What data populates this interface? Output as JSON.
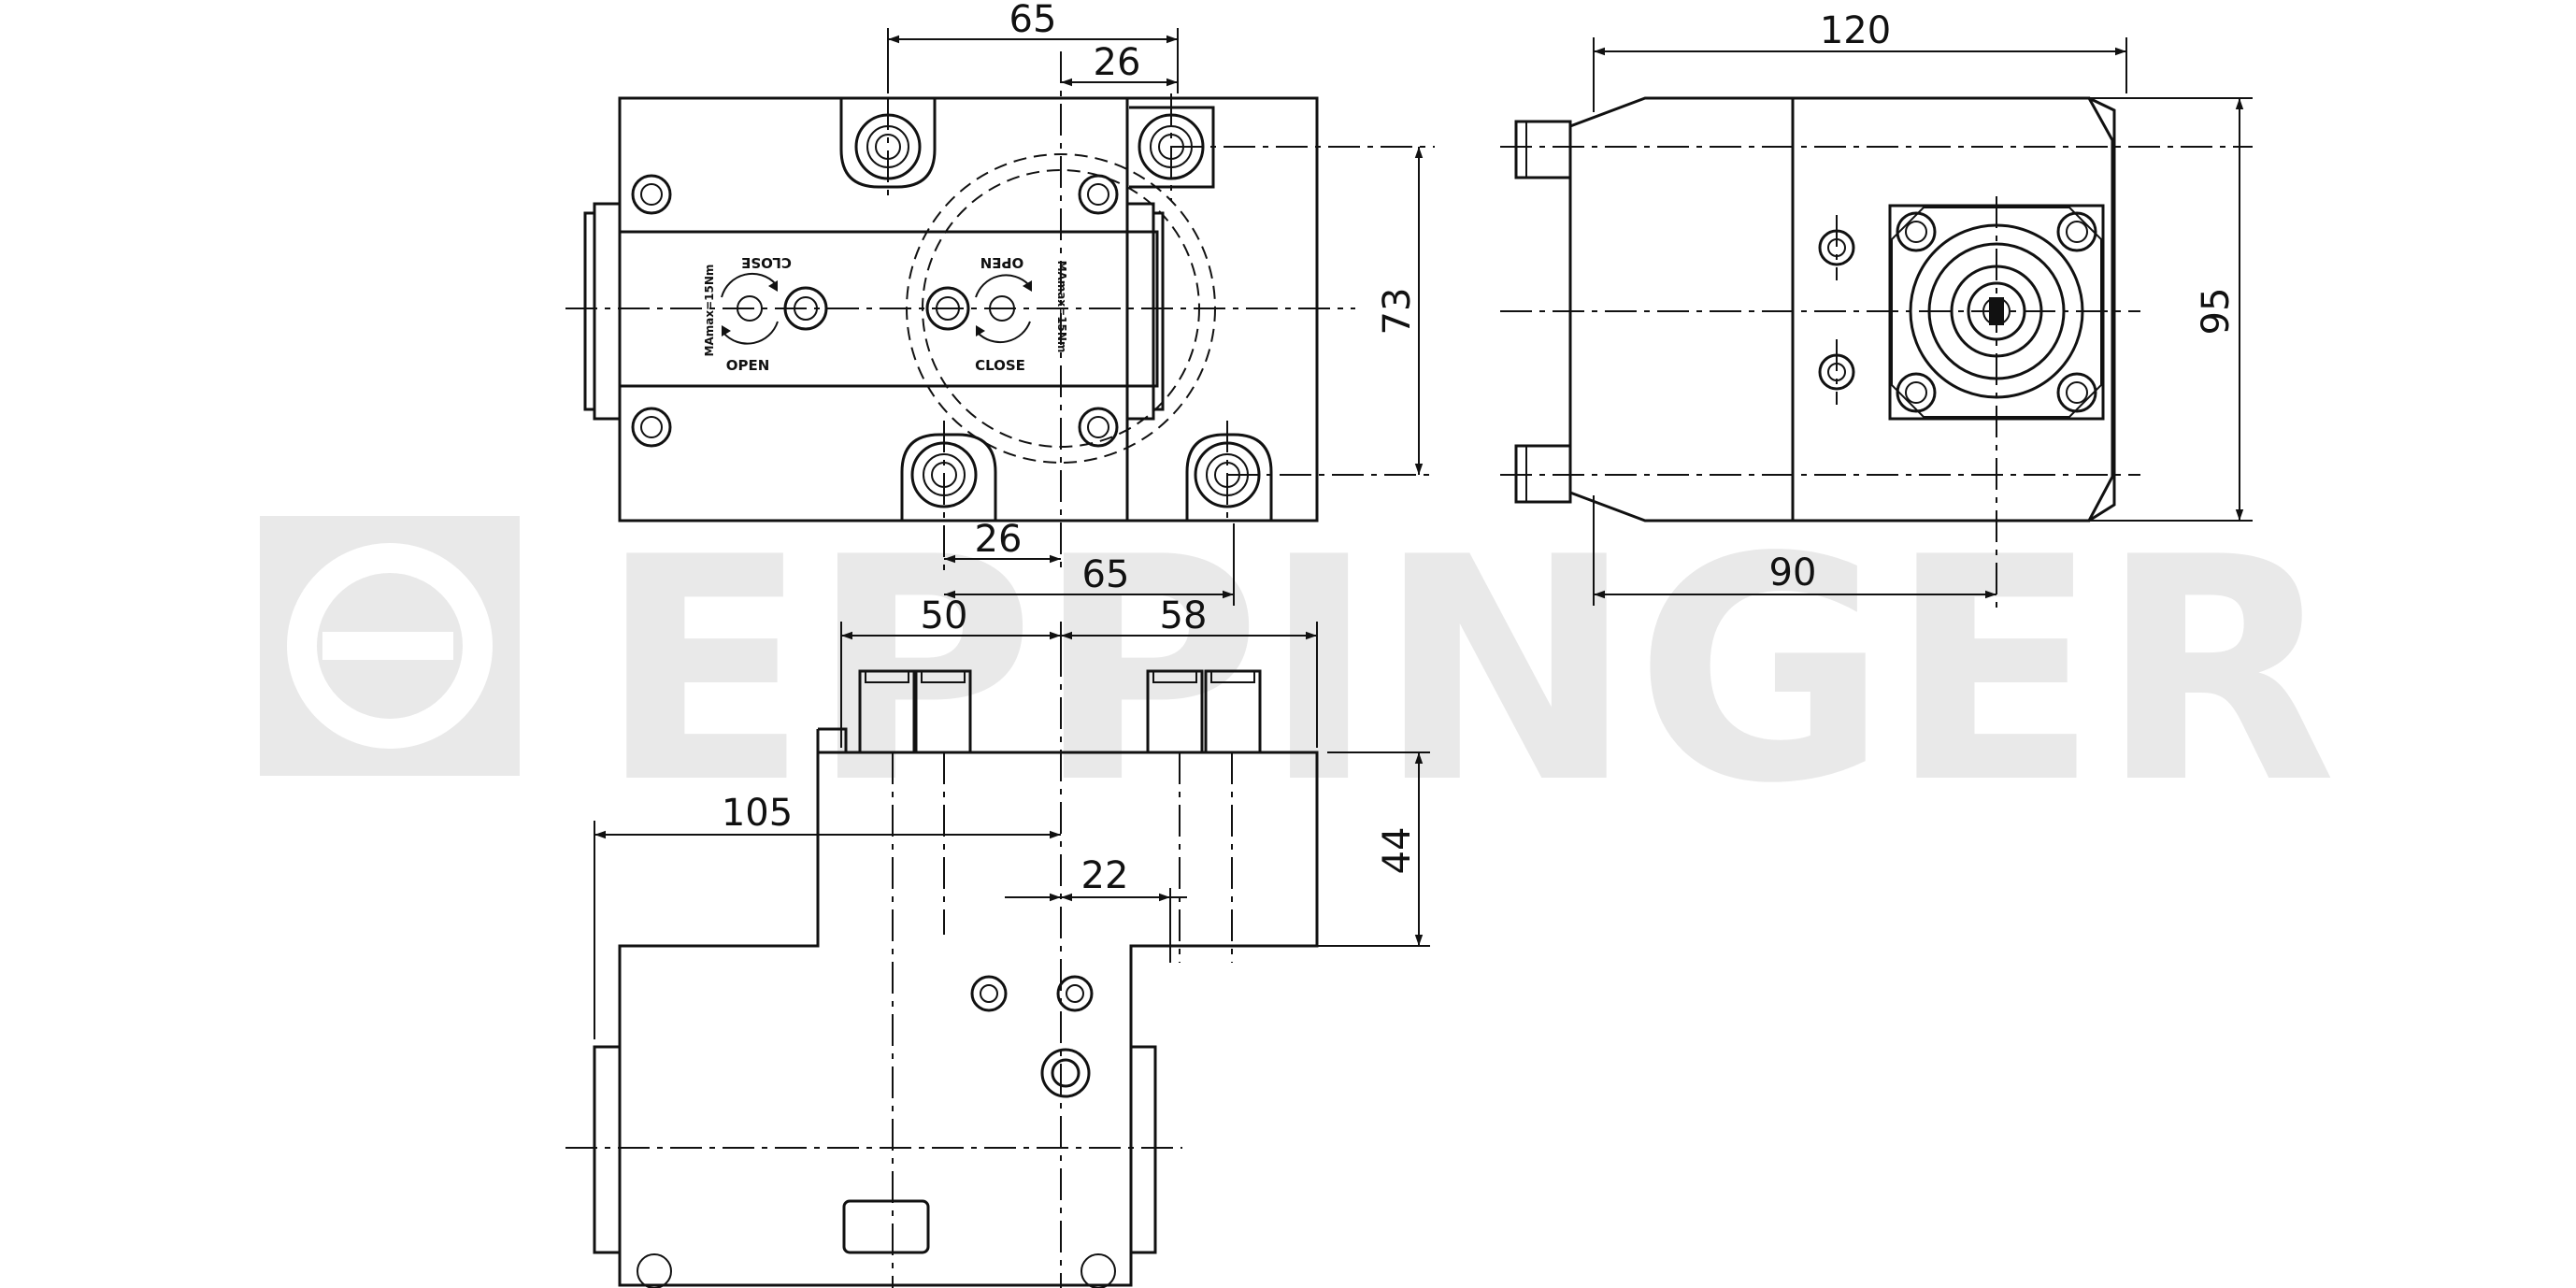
{
  "watermark": {
    "text": "EPPINGER"
  },
  "front_view": {
    "dimensions": {
      "top_total": "65",
      "top_offset": "26",
      "bottom_offset": "26",
      "bottom_total": "65",
      "height": "73"
    },
    "labels": {
      "left_close": "CLOSE",
      "left_open": "OPEN",
      "left_torque": "MAmax=15Nm",
      "right_open": "OPEN",
      "right_close": "CLOSE",
      "right_torque": "MAmax=15Nm"
    }
  },
  "side_view": {
    "dimensions": {
      "length": "120",
      "spindle_offset": "90",
      "height": "95"
    }
  },
  "bottom_view": {
    "dimensions": {
      "pin_left": "50",
      "pin_right": "58",
      "overall": "105",
      "offset": "22",
      "height": "44"
    }
  }
}
